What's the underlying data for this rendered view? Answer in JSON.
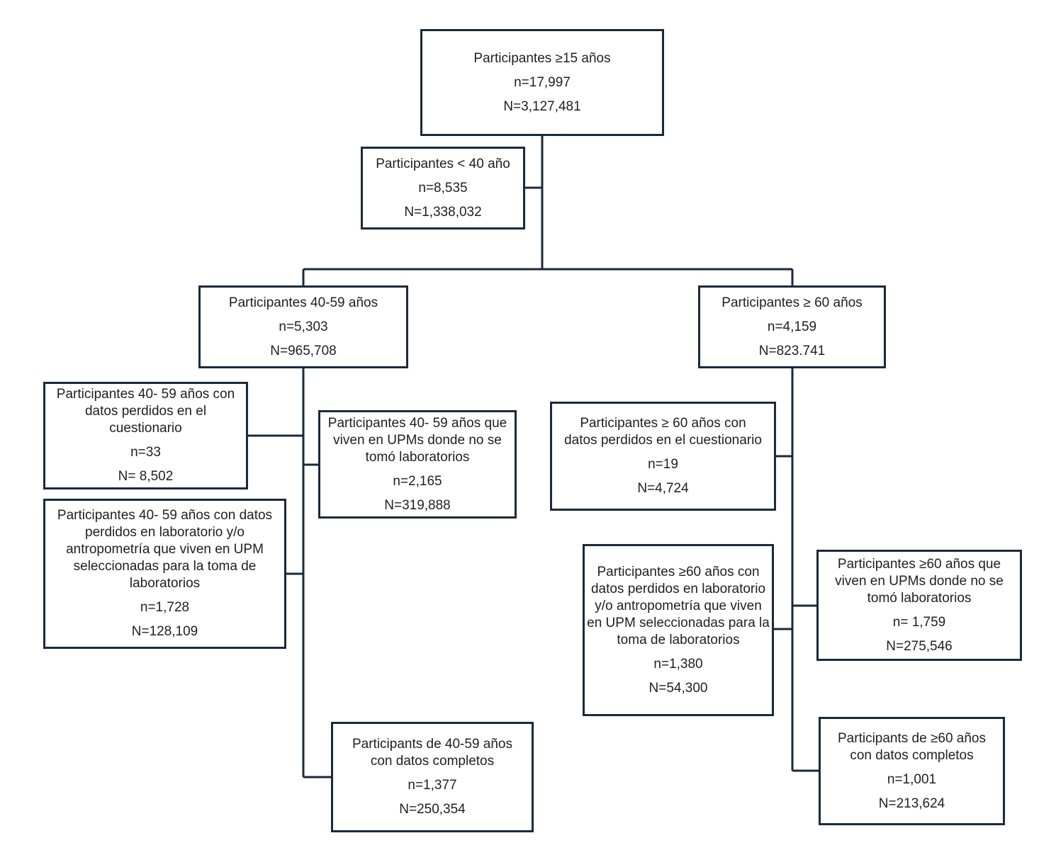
{
  "colors": {
    "line": "#1b2a3a",
    "text": "#1f1f1f",
    "background": "#ffffff"
  },
  "boxes": {
    "root": {
      "title": "Participantes ≥15 años",
      "n": "n=17,997",
      "N": "N=3,127,481"
    },
    "under40": {
      "title": "Participantes < 40 año",
      "n": "n=8,535",
      "N": "N=1,338,032"
    },
    "age40_59": {
      "title": "Participantes 40-59 años",
      "n": "n=5,303",
      "N": "N=965,708"
    },
    "age60plus": {
      "title": "Participantes ≥ 60 años",
      "n": "n=4,159",
      "N": "N=823.741"
    },
    "missing_q_40_59": {
      "title": "Participantes 40- 59 años con datos perdidos en el cuestionario",
      "n": "n=33",
      "N": "N= 8,502"
    },
    "no_lab_40_59": {
      "title": "Participantes 40- 59 años que viven en UPMs donde no se tomó laboratorios",
      "n": "n=2,165",
      "N": "N=319,888"
    },
    "missing_lab_40_59": {
      "title": "Participantes 40- 59 años con datos perdidos en laboratorio y/o antropometría que viven en UPM seleccionadas para la toma de laboratorios",
      "n": "n=1,728",
      "N": "N=128,109"
    },
    "complete_40_59": {
      "title": "Participants de 40-59 años con datos completos",
      "n": "n=1,377",
      "N": "N=250,354"
    },
    "missing_q_60": {
      "title": "Participantes ≥ 60 años con datos perdidos en el cuestionario",
      "n": "n=19",
      "N": "N=4,724"
    },
    "missing_lab_60": {
      "title": "Participantes ≥60 años con datos perdidos en laboratorio y/o antropometría que viven en UPM seleccionadas para la toma de laboratorios",
      "n": "n=1,380",
      "N": "N=54,300"
    },
    "no_lab_60": {
      "title": "Participantes ≥60 años que viven en UPMs donde no se tomó laboratorios",
      "n": "n= 1,759",
      "N": "N=275,546"
    },
    "complete_60": {
      "title": "Participants de ≥60 años con datos completos",
      "n": "n=1,001",
      "N": "N=213,624"
    }
  }
}
